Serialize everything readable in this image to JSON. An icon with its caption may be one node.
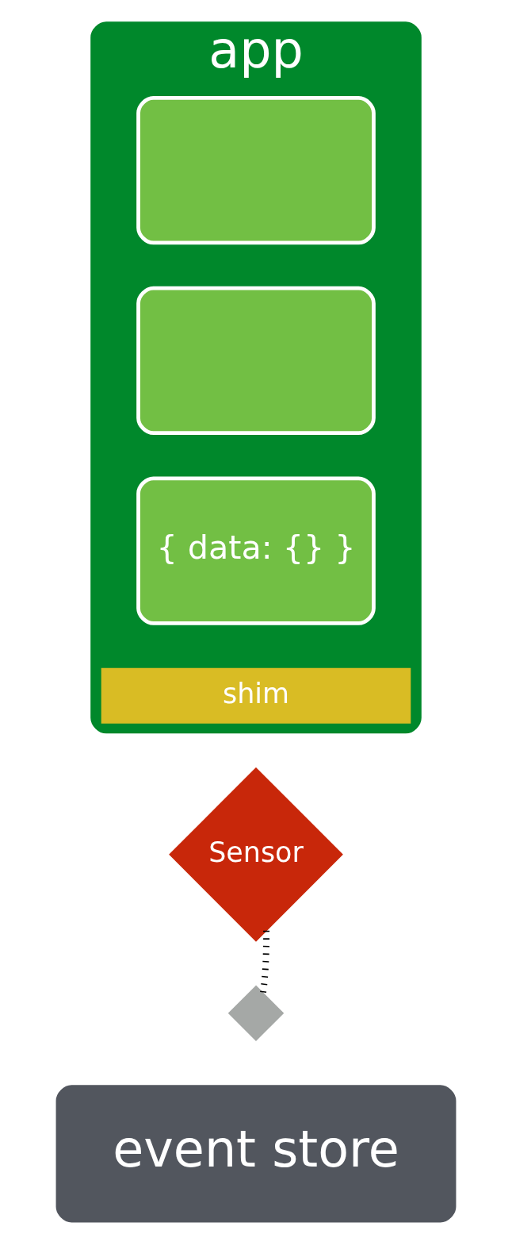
{
  "diagram": {
    "nodes": [
      {
        "text": [
          "app"
        ]
      },
      {
        "text": [],
        "shape": "box",
        "in": 0
      },
      {
        "text": [],
        "shape": "box",
        "in": 0
      },
      {
        "text": [
          "{ data: {} }"
        ],
        "in": 0
      },
      {
        "text": [
          "shim"
        ],
        "in": 0
      },
      {
        "text": [
          "Sensor"
        ]
      },
      {
        "text": [],
        "shape": "diamond"
      },
      {
        "text": [
          "event store"
        ]
      }
    ],
    "edges": [
      {
        "from": 5,
        "to": 6,
        "arrow": "none",
        "style": "dashed"
      }
    ]
  }
}
